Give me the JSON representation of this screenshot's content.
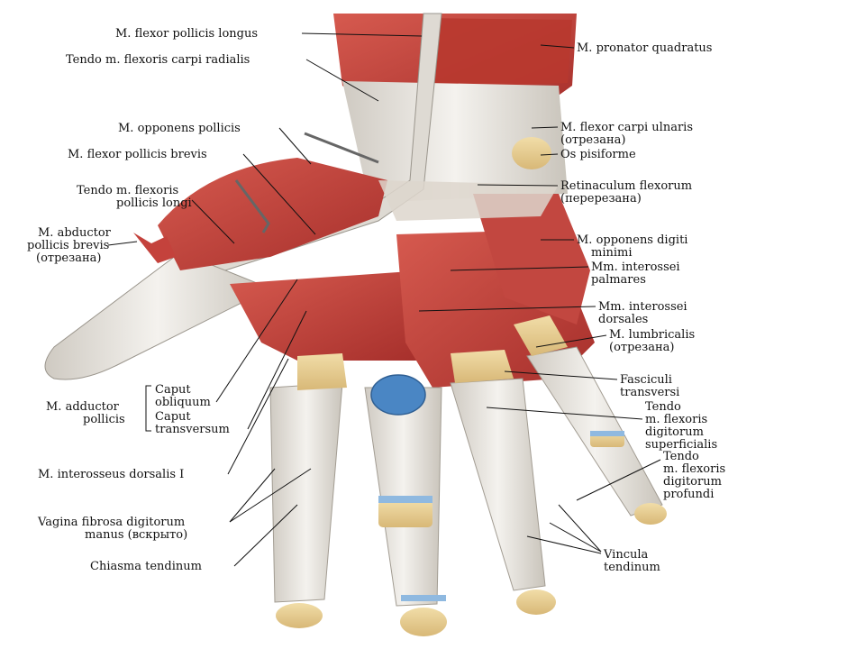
{
  "labels": {
    "fpl": "M. flexor pollicis longus",
    "tfcr": "Tendo m. flexoris carpi radialis",
    "opp_line1": "M. opponens pollicis",
    "fpb": "M. flexor pollicis brevis",
    "tfpl_line1": "Tendo m. flexoris",
    "tfpl_line2": "pollicis longi",
    "apb_line1": "M. abductor",
    "apb_line2": "pollicis brevis",
    "apb_line3": "(отрезана)",
    "adductor_line1": "M. adductor",
    "adductor_line2": "pollicis",
    "caput_obl_line1": "Caput",
    "caput_obl_line2": "obliquum",
    "caput_tr_line1": "Caput",
    "caput_tr_line2": "transversum",
    "interosseus_dorsalis": "M. interosseus dorsalis I",
    "vagina_line1": "Vagina fibrosa digitorum",
    "vagina_line2": "manus (вскрыто)",
    "chiasma": "Chiasma tendinum",
    "pronator": "M. pronator quadratus",
    "fcu_line1": "M. flexor carpi ulnaris",
    "fcu_line2": "(отрезана)",
    "pisiforme": "Os pisiforme",
    "retinaculum_line1": "Retinaculum flexorum",
    "retinaculum_line2": "(перерезана)",
    "odm_line1": "M. opponens digiti",
    "odm_line2": "minimi",
    "ip_line1": "Mm. interossei",
    "ip_line2": "palmares",
    "id_line1": "Mm. interossei",
    "id_line2": "dorsales",
    "lumb_line1": "M. lumbricalis",
    "lumb_line2": "(отрезана)",
    "fasc_line1": "Fasciculi",
    "fasc_line2": "transversi",
    "tfds_line1": "Tendo",
    "tfds_line2": "m. flexoris",
    "tfds_line3": "digitorum",
    "tfds_line4": "superficialis",
    "tfdp_line1": "Tendo",
    "tfdp_line2": "m. flexoris",
    "tfdp_line3": "digitorum",
    "tfdp_line4": "profundi",
    "vincula_line1": "Vincula",
    "vincula_line2": "tendinum"
  },
  "colors": {
    "muscle": "#c4423c",
    "muscle_dark": "#8f2522",
    "tendon": "#e9e6e0",
    "bone": "#e8cf94",
    "cartilage": "#4a86c4"
  }
}
